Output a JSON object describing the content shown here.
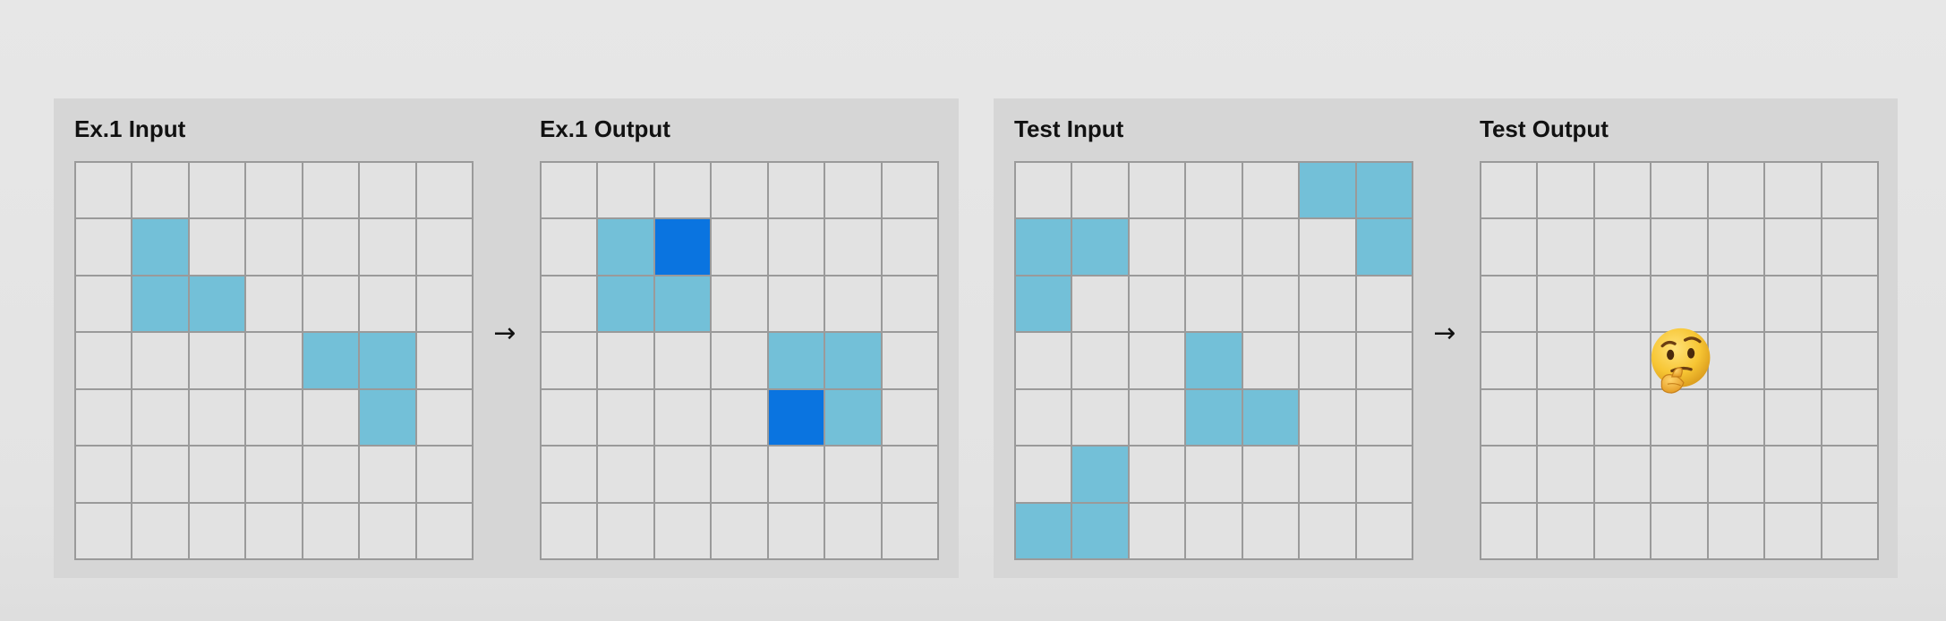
{
  "example_panel": {
    "input": {
      "title": "Ex.1 Input",
      "rows": 7,
      "cols": 7,
      "cells": [
        [
          1,
          1
        ],
        [
          2,
          1
        ],
        [
          2,
          2
        ],
        [
          3,
          4
        ],
        [
          3,
          5
        ],
        [
          4,
          5
        ]
      ],
      "dark_cells": []
    },
    "arrow": "→",
    "output": {
      "title": "Ex.1 Output",
      "rows": 7,
      "cols": 7,
      "cells": [
        [
          1,
          1
        ],
        [
          2,
          1
        ],
        [
          2,
          2
        ],
        [
          3,
          4
        ],
        [
          3,
          5
        ],
        [
          4,
          5
        ]
      ],
      "dark_cells": [
        [
          1,
          2
        ],
        [
          4,
          4
        ]
      ]
    }
  },
  "test_panel": {
    "input": {
      "title": "Test Input",
      "rows": 7,
      "cols": 7,
      "cells": [
        [
          0,
          5
        ],
        [
          0,
          6
        ],
        [
          1,
          6
        ],
        [
          1,
          0
        ],
        [
          1,
          1
        ],
        [
          2,
          0
        ],
        [
          3,
          3
        ],
        [
          4,
          3
        ],
        [
          4,
          4
        ],
        [
          5,
          1
        ],
        [
          6,
          0
        ],
        [
          6,
          1
        ]
      ],
      "dark_cells": []
    },
    "arrow": "→",
    "output": {
      "title": "Test Output",
      "rows": 7,
      "cols": 7,
      "cells": [],
      "dark_cells": [],
      "placeholder_icon": "thinking-face-emoji"
    }
  },
  "colors": {
    "light_cell": "#73c0d8",
    "dark_cell": "#0a74e0",
    "empty_cell": "#e2e2e2",
    "grid_line": "#9a9a9a",
    "panel_bg": "#d6d6d6"
  }
}
